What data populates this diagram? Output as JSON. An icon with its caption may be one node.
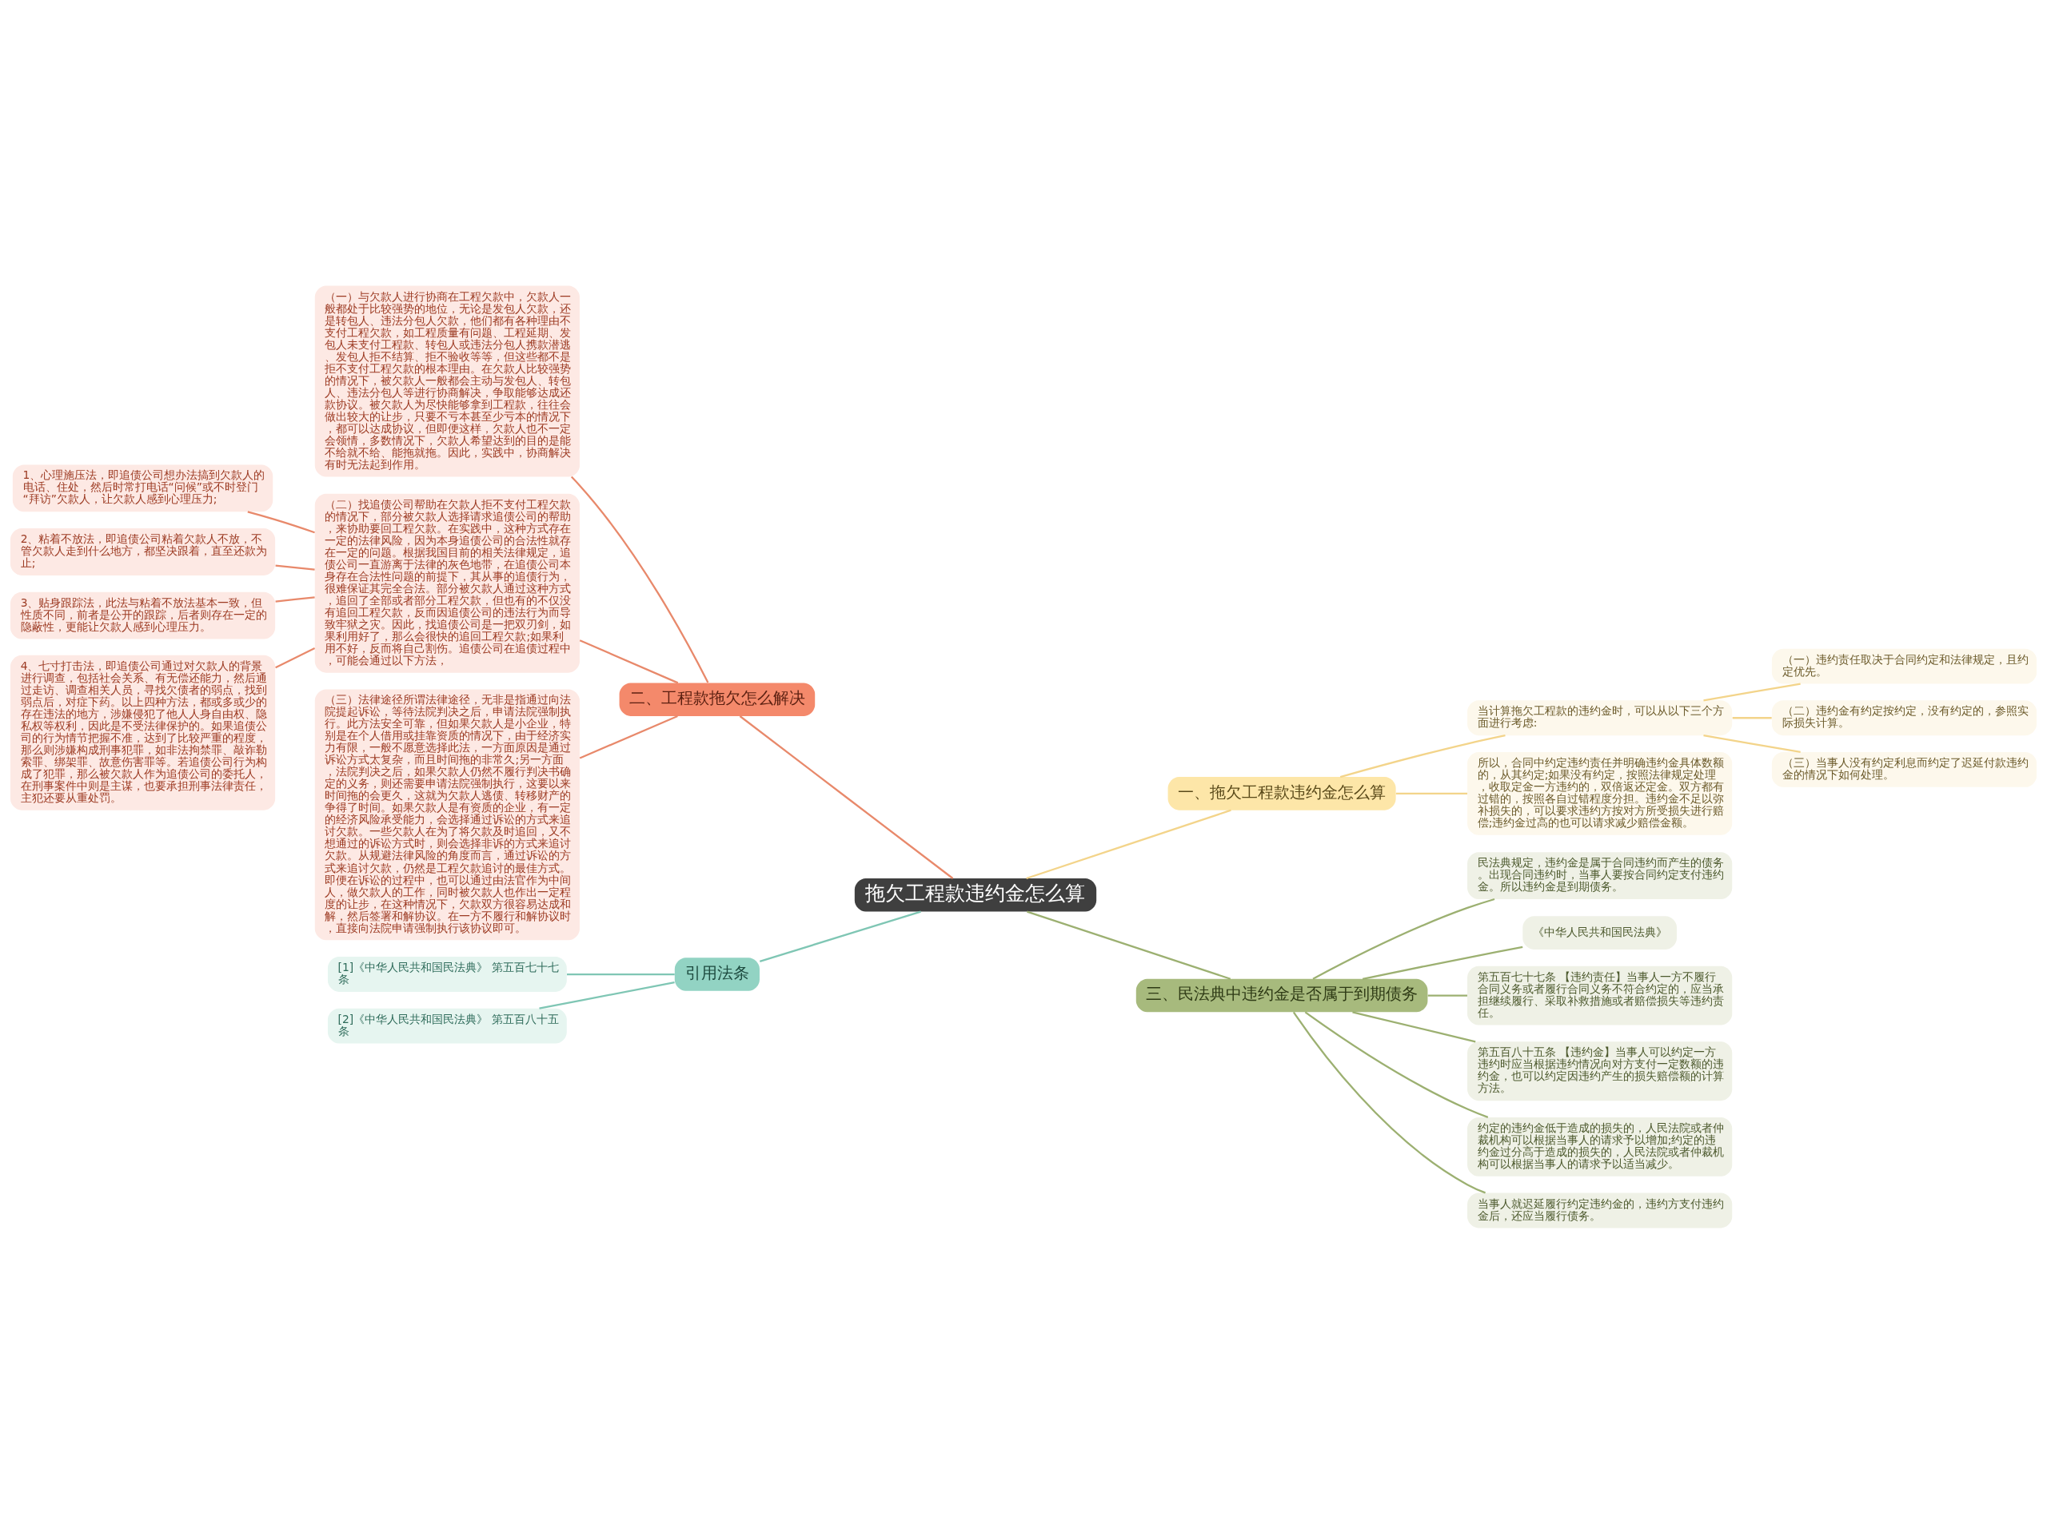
{
  "diagram": {
    "nodes": [
      {
        "text": [
          "拖欠工程款违约金怎么算"
        ]
      },
      {
        "text": [
          "一、拖欠工程款违约金怎么算"
        ]
      },
      {
        "text": [
          "当计算拖欠工程款的违约金时，可以从以下三个方面进行考虑:"
        ]
      },
      {
        "text": [
          "（一）违约责任取决于合同约定和法律规定，且约定优先。"
        ]
      },
      {
        "text": [
          "（二）违约金有约定按约定，没有约定的，参照实际损失计算。"
        ]
      },
      {
        "text": [
          "（三）当事人没有约定利息而约定了迟延付款违约金的情况下如何处理。"
        ]
      },
      {
        "text": [
          "所以，合同中约定违约责任并明确违约金具体数额的，从其约定;如果没有约定，按照法律规定处理，收取定金一方违约的，双倍返还定金。双方都有过错的，按照各自过错程度分担。违约金不足以弥补损失的，可以要求违约方按对方所受损失进行赔偿;违约金过高的也可以请求减少赔偿金额。"
        ]
      },
      {
        "text": [
          "二、工程款拖欠怎么解决"
        ]
      },
      {
        "text": [
          "（一）与欠款人进行协商在工程欠款中，欠款人一般都处于比较强势的地位，无论是发包人欠款，还是转包人、违法分包人欠款，他们都有各种理由不支付工程欠款，如工程质量有问题、工程延期、发包人未支付工程款、转包人或违法分包人携款潜逃、发包人拒不结算、拒不验收等等，但这些都不是拒不支付工程欠款的根本理由。在欠款人比较强势的情况下，被欠款人一般都会主动与发包人、转包人、违法分包人等进行协商解决，争取能够达成还款协议。被欠款人为尽快能够拿到工程款，往往会做出较大的让步，只要不亏本甚至少亏本的情况下，都可以达成协议，但即便这样，欠款人也不一定会领情，多数情况下，欠款人希望达到的目的是能不给就不给、能拖就拖。因此，实践中，协商解决有时无法起到作用。"
        ]
      },
      {
        "text": [
          "（二）找追债公司帮助在欠款人拒不支付工程欠款的情况下，部分被欠款人选择请求追债公司的帮助，来协助要回工程欠款。在实践中，这种方式存在一定的法律风险，因为本身追债公司的合法性就存在一定的问题。根据我国目前的相关法律规定，追债公司一直游离于法律的灰色地带，在追债公司本身存在合法性问题的前提下，其从事的追债行为，很难保证其完全合法。部分被欠款人通过这种方式，追回了全部或者部分工程欠款，但也有的不仅没有追回工程欠款，反而因追债公司的违法行为而导致牢狱之灾。因此，找追债公司是一把双刃剑，如果利用好了，那么会很快的追回工程欠款;如果利用不好，反而将自己割伤。追债公司在追债过程中，可能会通过以下方法，"
        ]
      },
      {
        "text": [
          "1、心理施压法，即追债公司想办法搞到欠款人的电话、住处，然后时常打电话“问候”或不时登门“拜访”欠款人，让欠款人感到心理压力;"
        ]
      },
      {
        "text": [
          "2、粘着不放法，即追债公司粘着欠款人不放，不管欠款人走到什么地方，都坚决跟着，直至还款为止;"
        ]
      },
      {
        "text": [
          "3、贴身跟踪法，此法与粘着不放法基本一致，但性质不同，前者是公开的跟踪，后者则存在一定的隐蔽性，更能让欠款人感到心理压力。"
        ]
      },
      {
        "text": [
          "4、七寸打击法，即追债公司通过对欠款人的背景进行调查，包括社会关系、有无偿还能力，然后通过走访、调查相关人员，寻找欠债者的弱点，找到弱点后，对症下药。以上四种方法，都或多或少的存在违法的地方，涉嫌侵犯了他人人身自由权、隐私权等权利，因此是不受法律保护的。如果追债公司的行为情节把握不准，达到了比较严重的程度，那么则涉嫌构成刑事犯罪，如非法拘禁罪、敲诈勒索罪、绑架罪、故意伤害罪等。若追债公司行为构成了犯罪，那么被欠款人作为追债公司的委托人，在刑事案件中则是主谋，也要承担刑事法律责任，主犯还要从重处罚。"
        ]
      },
      {
        "text": [
          "（三）法律途径所谓法律途径，无非是指通过向法院提起诉讼，等待法院判决之后，申请法院强制执行。此方法安全可靠，但如果欠款人是小企业，特别是在个人借用或挂靠资质的情况下，由于经济实力有限，一般不愿意选择此法，一方面原因是通过诉讼方式太复杂，而且时间拖的非常久;另一方面，法院判决之后，如果欠款人仍然不履行判决书确定的义务，则还需要申请法院强制执行，这要以来时间拖的会更久，这就为欠款人逃债、转移财产的争得了时间。如果欠款人是有资质的企业，有一定的经济风险承受能力，会选择通过诉讼的方式来追讨欠款。一些欠款人在为了将欠款及时追回，又不想通过的诉讼方式时，则会选择非诉的方式来追讨欠款。从规避法律风险的角度而言，通过诉讼的方式来追讨欠款，仍然是工程欠款追讨的最佳方式。即便在诉讼的过程中，也可以通过由法官作为中间人，做欠款人的工作，同时被欠款人也作出一定程度的让步，在这种情况下，欠款双方很容易达成和解，然后签署和解协议。在一方不履行和解协议时，直接向法院申请强制执行该协议即可。"
        ]
      },
      {
        "text": [
          "三、民法典中违约金是否属于到期债务"
        ]
      },
      {
        "text": [
          "民法典规定，违约金是属于合同违约而产生的债务。出现合同违约时，当事人要按合同约定支付违约金。所以违约金是到期债务。"
        ]
      },
      {
        "text": [
          "《中华人民共和国民法典》"
        ]
      },
      {
        "text": [
          "第五百七十七条 【违约责任】当事人一方不履行合同义务或者履行合同义务不符合约定的，应当承担继续履行、采取补救措施或者赔偿损失等违约责任。"
        ]
      },
      {
        "text": [
          "第五百八十五条 【违约金】当事人可以约定一方违约时应当根据违约情况向对方支付一定数额的违约金，也可以约定因违约产生的损失赔偿额的计算方法。"
        ]
      },
      {
        "text": [
          "约定的违约金低于造成的损失的，人民法院或者仲裁机构可以根据当事人的请求予以增加;约定的违约金过分高于造成的损失的，人民法院或者仲裁机构可以根据当事人的请求予以适当减少。"
        ]
      },
      {
        "text": [
          "当事人就迟延履行约定违约金的，违约方支付违约金后，还应当履行债务。"
        ]
      },
      {
        "text": [
          "引用法条"
        ]
      },
      {
        "text": [
          "[1]《中华人民共和国民法典》 第五百七十七条"
        ]
      },
      {
        "text": [
          "[2]《中华人民共和国民法典》 第五百八十五条"
        ]
      }
    ],
    "edges": [
      {
        "from": 0,
        "to": 1,
        "arrow": "none",
        "color": "#f3d48a"
      },
      {
        "from": 1,
        "to": 2,
        "arrow": "none",
        "color": "#f3d48a"
      },
      {
        "from": 2,
        "to": 3,
        "arrow": "none",
        "color": "#f3d48a"
      },
      {
        "from": 2,
        "to": 4,
        "arrow": "none",
        "color": "#f3d48a"
      },
      {
        "from": 2,
        "to": 5,
        "arrow": "none",
        "color": "#f3d48a"
      },
      {
        "from": 1,
        "to": 6,
        "arrow": "none",
        "color": "#f3d48a"
      },
      {
        "from": 0,
        "to": 7,
        "arrow": "none"
      },
      {
        "from": 7,
        "to": 8,
        "arrow": "none"
      },
      {
        "from": 7,
        "to": 9,
        "arrow": "none"
      },
      {
        "from": 9,
        "to": 10,
        "arrow": "none"
      },
      {
        "from": 9,
        "to": 11,
        "arrow": "none"
      },
      {
        "from": 9,
        "to": 12,
        "arrow": "none"
      },
      {
        "from": 9,
        "to": 13,
        "arrow": "none"
      },
      {
        "from": 7,
        "to": 14,
        "arrow": "none"
      },
      {
        "from": 0,
        "to": 15,
        "arrow": "none",
        "color": "#9cb071"
      },
      {
        "from": 15,
        "to": 16,
        "arrow": "none",
        "color": "#9cb071"
      },
      {
        "from": 15,
        "to": 17,
        "arrow": "none",
        "color": "#9cb071"
      },
      {
        "from": 15,
        "to": 18,
        "arrow": "none",
        "color": "#9cb071"
      },
      {
        "from": 15,
        "to": 19,
        "arrow": "none",
        "color": "#9cb071"
      },
      {
        "from": 15,
        "to": 20,
        "arrow": "none",
        "color": "#9cb071"
      },
      {
        "from": 15,
        "to": 21,
        "arrow": "none",
        "color": "#9cb071"
      },
      {
        "from": 0,
        "to": 22,
        "arrow": "none",
        "color": "#7fc6b4"
      },
      {
        "from": 22,
        "to": 23,
        "arrow": "none",
        "color": "#7fc6b4"
      },
      {
        "from": 22,
        "to": 24,
        "arrow": "none",
        "color": "#7fc6b4"
      }
    ]
  }
}
